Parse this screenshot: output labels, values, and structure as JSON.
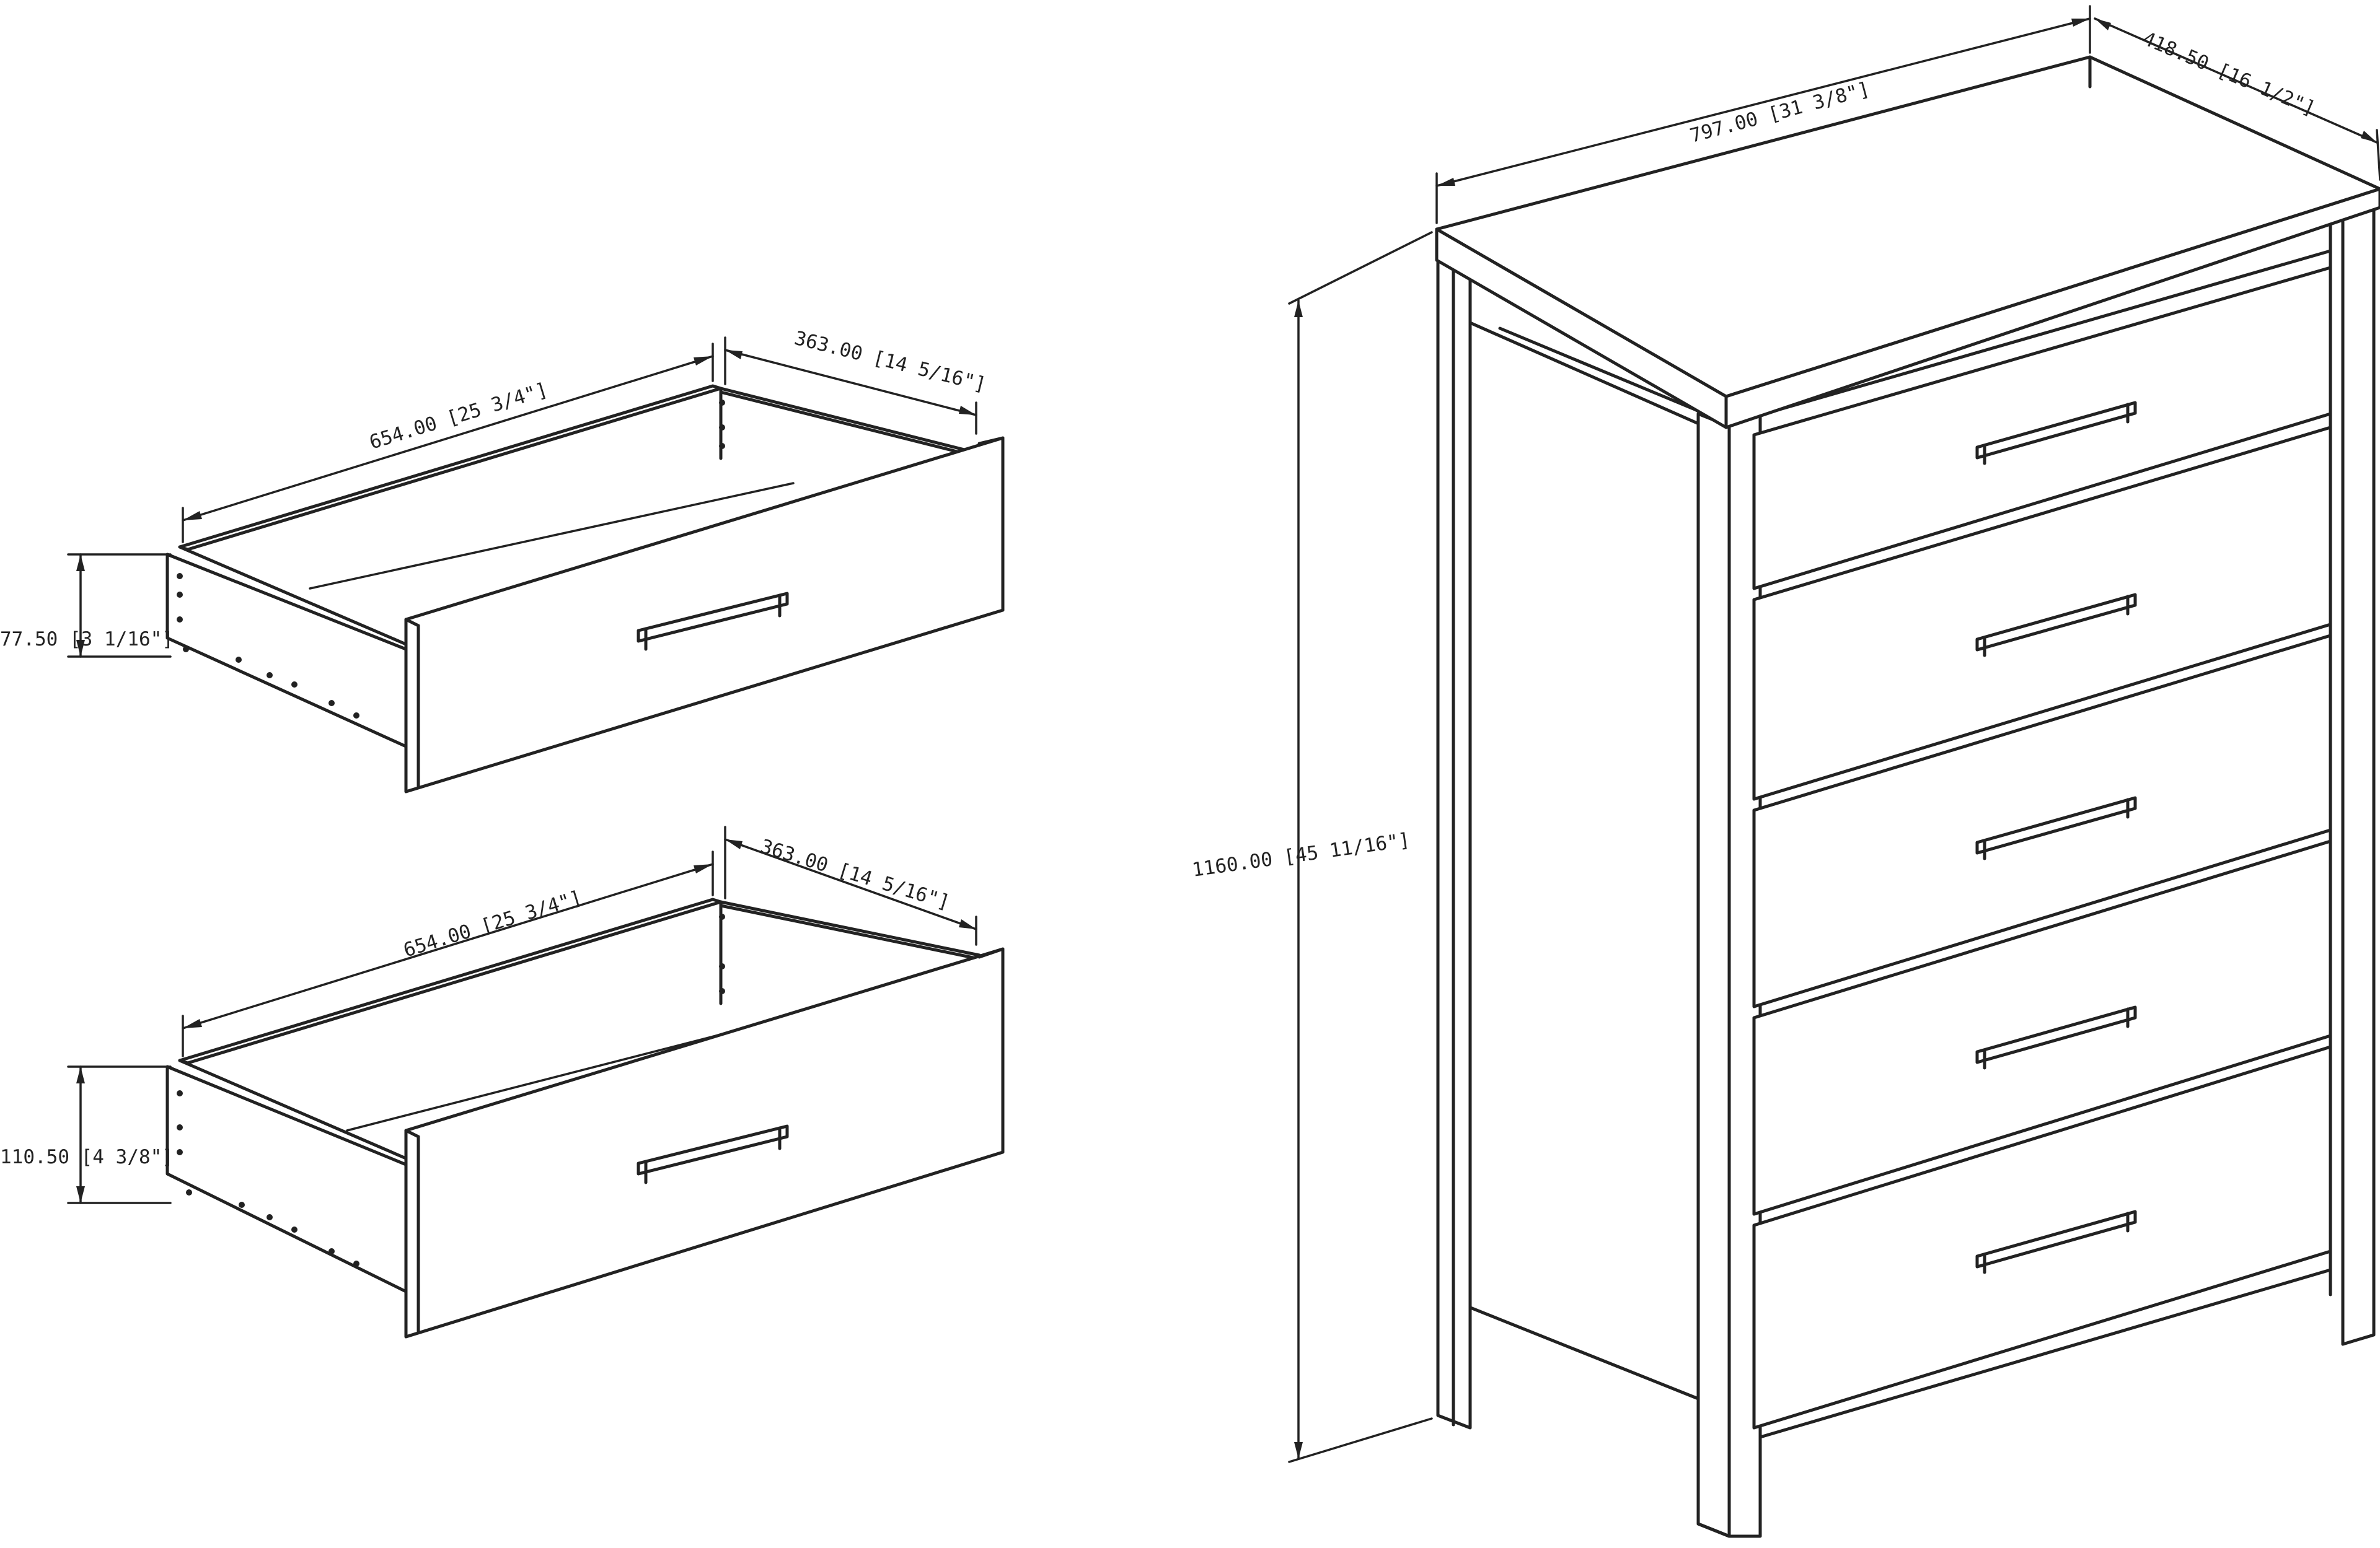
{
  "colors": {
    "line": "#222222",
    "background": "#ffffff"
  },
  "upper_drawer": {
    "width_label": "654.00 [25 3/4\"]",
    "depth_label": "363.00 [14 5/16\"]",
    "height_label": "77.50 [3 1/16\"]"
  },
  "lower_drawer": {
    "width_label": "654.00 [25 3/4\"]",
    "depth_label": "363.00 [14 5/16\"]",
    "height_label": "110.50 [4 3/8\"]"
  },
  "chest": {
    "width_label": "797.00 [31 3/8\"]",
    "depth_label": "418.50 [16 1/2\"]",
    "height_label": "1160.00 [45 11/16\"]",
    "drawer_count": 5
  }
}
